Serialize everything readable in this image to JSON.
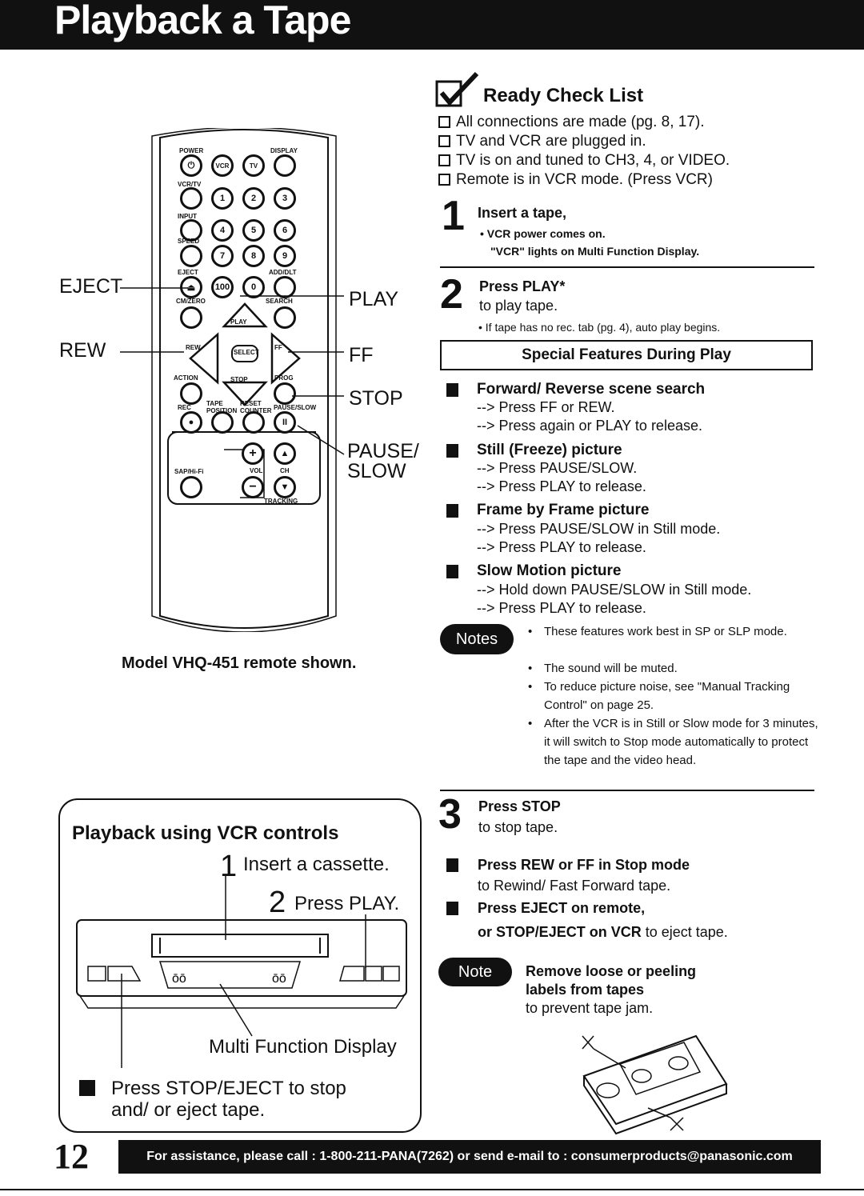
{
  "header": {
    "title": "Playback a Tape"
  },
  "remote": {
    "callouts": {
      "eject": "EJECT",
      "rew": "REW",
      "play": "PLAY",
      "ff": "FF",
      "stop": "STOP",
      "pause": "PAUSE/",
      "slow": "SLOW"
    },
    "labels": {
      "power": "POWER",
      "display": "DISPLAY",
      "vcrtv": "VCR/TV",
      "input": "INPUT",
      "speed": "SPEED",
      "eject": "EJECT",
      "adddlt": "ADD/DLT",
      "cmzero": "CM/ZERO",
      "search": "SEARCH",
      "action": "ACTION",
      "prog": "PROG",
      "rec": "REC",
      "tape_position": "TAPE POSITION",
      "reset_counter": "RESET COUNTER",
      "pause_slow": "PAUSE/SLOW",
      "sapmhifi": "SAP/Hi-Fi",
      "vol": "VOL",
      "ch": "CH",
      "tracking": "TRACKING",
      "vcr": "VCR",
      "tv": "TV",
      "select": "SELECT",
      "play": "PLAY",
      "stop": "STOP",
      "rew": "REW",
      "ff": "FF",
      "plus": "+",
      "minus": "−"
    },
    "caption": "Model VHQ-451 remote shown."
  },
  "checklist": {
    "title": "Ready Check List",
    "items": [
      "All connections are made (pg. 8, 17).",
      "TV and VCR are plugged in.",
      "TV is on and tuned to CH3, 4, or VIDEO.",
      "Remote is in VCR mode. (Press VCR)"
    ]
  },
  "step1": {
    "number": "1",
    "title": "Insert a tape,",
    "notes": [
      "• VCR power comes on.",
      "\"VCR\" lights on Multi Function Display."
    ]
  },
  "step2": {
    "number": "2",
    "title": "Press PLAY*",
    "text": "to play tape.",
    "note": "• If tape has no rec. tab (pg. 4), auto play begins."
  },
  "special": {
    "title": "Special Features During Play",
    "features": [
      {
        "title": "Forward/ Reverse scene search",
        "lines": [
          "--> Press FF or REW.",
          "--> Press again or PLAY to release."
        ]
      },
      {
        "title": "Still (Freeze) picture",
        "lines": [
          "--> Press PAUSE/SLOW.",
          "--> Press PLAY to release."
        ]
      },
      {
        "title": "Frame by Frame picture",
        "lines": [
          "--> Press PAUSE/SLOW in Still mode.",
          "--> Press PLAY to release."
        ]
      },
      {
        "title": "Slow Motion picture",
        "lines": [
          "--> Hold down PAUSE/SLOW in Still mode.",
          "--> Press PLAY to release."
        ]
      }
    ]
  },
  "notes": {
    "label": "Notes",
    "items": [
      "These features work best in SP or SLP mode.",
      "The sound will be muted.",
      "To reduce picture noise, see \"Manual Tracking Control\" on page 25.",
      "After the VCR is in Still or Slow mode for 3 minutes, it will switch to Stop mode automatically to protect the tape and the video head."
    ]
  },
  "step3": {
    "number": "3",
    "title": "Press STOP",
    "text": "to stop tape."
  },
  "rew_ff": {
    "title": "Press REW or FF in Stop mode",
    "text": "to Rewind/ Fast Forward tape."
  },
  "eject": {
    "title": "Press EJECT on remote,",
    "text_bold": "or STOP/EJECT on VCR",
    "text": " to eject tape."
  },
  "note2": {
    "label": "Note",
    "title_line1": "Remove loose or peeling",
    "title_line2": "labels from tapes",
    "text": "to prevent tape jam."
  },
  "vcr_controls": {
    "title": "Playback using VCR controls",
    "step1_num": "1",
    "step1_text": "Insert a cassette.",
    "step2_num": "2",
    "step2_text": "Press PLAY.",
    "display_label": "Multi Function Display",
    "stop_line1": "Press STOP/EJECT to stop",
    "stop_line2": "and/ or eject tape."
  },
  "footer": {
    "page_number": "12",
    "text": "For assistance, please call : 1-800-211-PANA(7262) or send e-mail to : consumerproducts@panasonic.com"
  }
}
